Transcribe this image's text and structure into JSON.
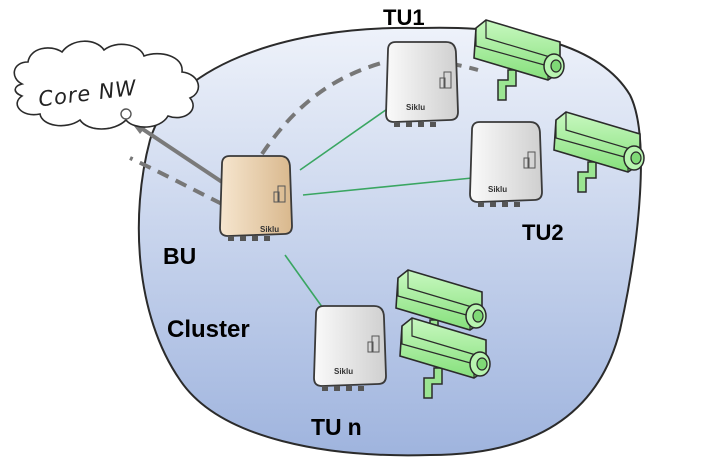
{
  "core_network": {
    "label": "Core NW"
  },
  "base_unit": {
    "label": "BU",
    "brand": "Siklu"
  },
  "cluster": {
    "label": "Cluster"
  },
  "terminal_units": [
    {
      "label": "TU1",
      "brand": "Siklu"
    },
    {
      "label": "TU2",
      "brand": "Siklu"
    },
    {
      "label": "TU",
      "suffix": "n",
      "brand": "Siklu"
    }
  ],
  "colors": {
    "cluster_fill_top": "#eef2fa",
    "cluster_fill_bottom": "#9fb4de",
    "cluster_stroke": "#2b2b2b",
    "link_line": "#3aa662",
    "camera_green": "#a8f0a0",
    "camera_outline": "#2b2b2b",
    "bu_body": "#e7cfae",
    "tu_body": "#e6e6e6"
  }
}
